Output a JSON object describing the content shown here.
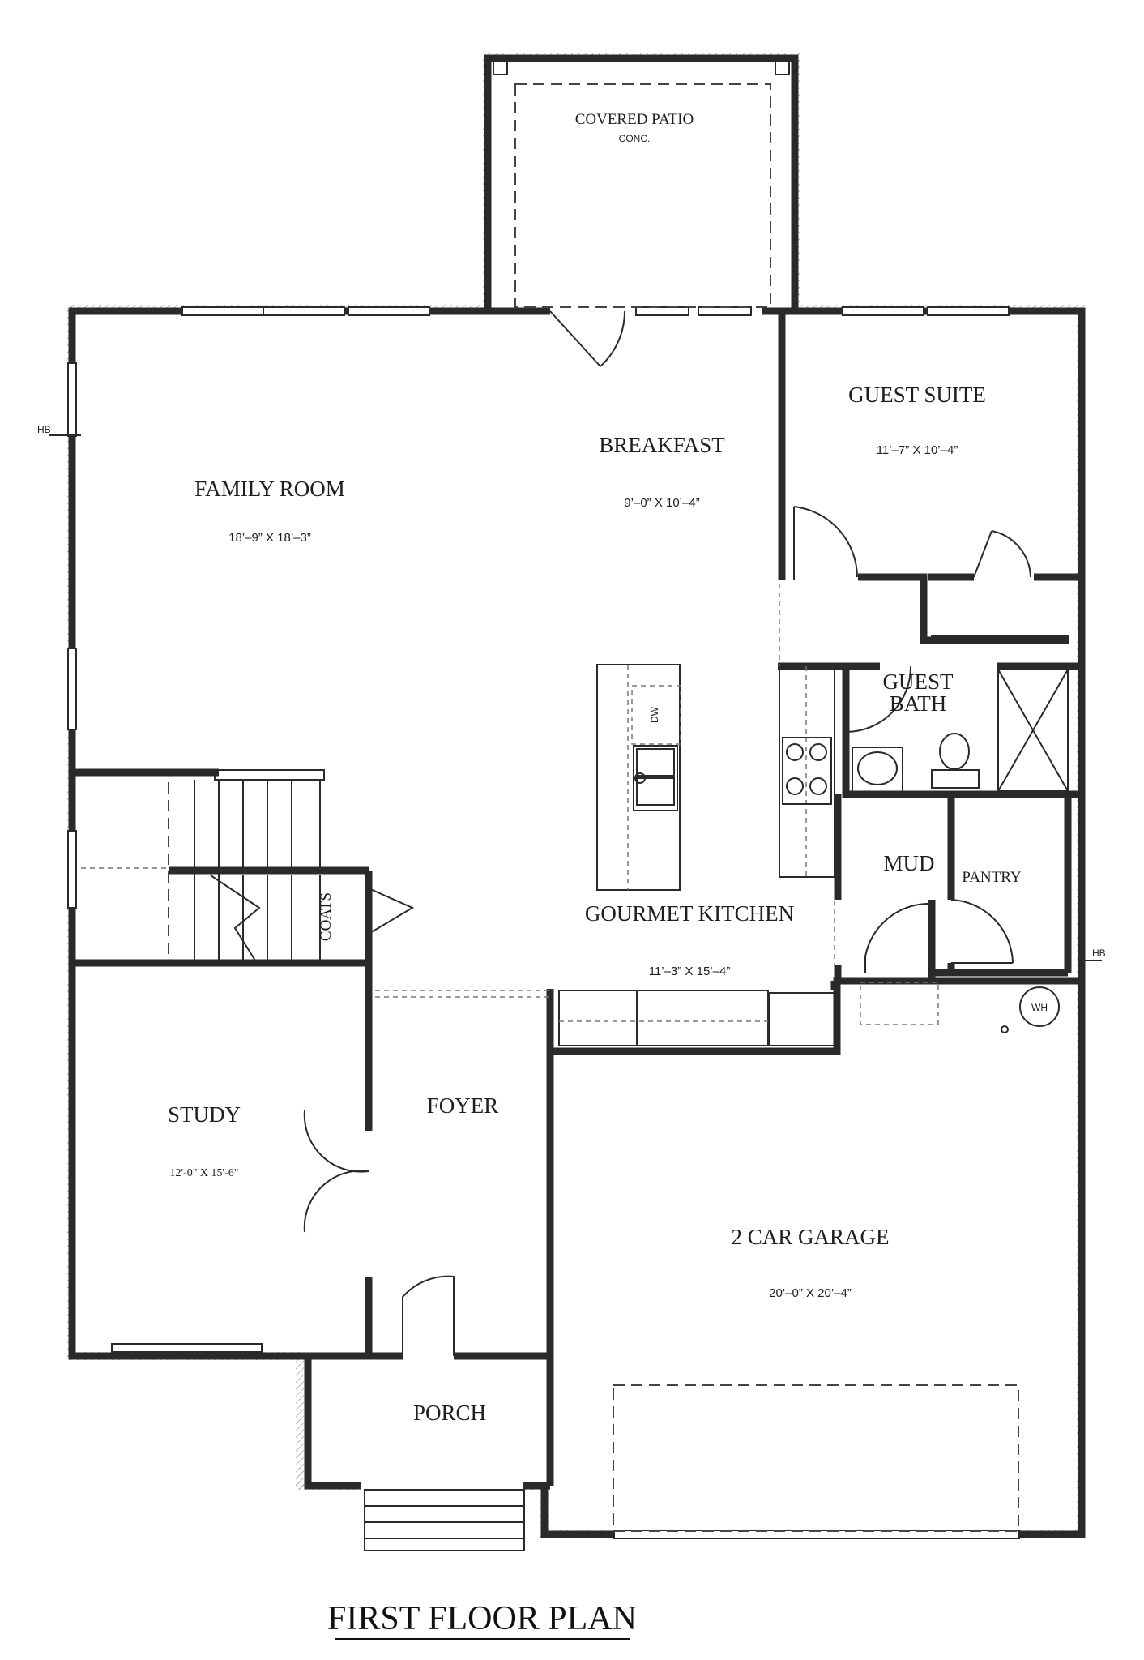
{
  "title": "FIRST FLOOR PLAN",
  "rooms": {
    "covered_patio": {
      "name": "COVERED PATIO",
      "note": "CONC."
    },
    "breakfast": {
      "name": "BREAKFAST",
      "dims": "9’–0” X 10’–4”"
    },
    "family_room": {
      "name": "FAMILY ROOM",
      "dims": "18’–9” X 18’–3”"
    },
    "guest_suite": {
      "name": "GUEST SUITE",
      "dims": "11’–7” X 10’–4”"
    },
    "guest_bath": {
      "name_line1": "GUEST",
      "name_line2": "BATH"
    },
    "mud": {
      "name": "MUD"
    },
    "pantry": {
      "name": "PANTRY"
    },
    "coats": {
      "name": "COATS"
    },
    "gourmet_kitchen": {
      "name": "GOURMET KITCHEN",
      "dims": "11’–3” X 15’–4”"
    },
    "study": {
      "name": "STUDY",
      "dims": "12'-0\" X 15'-6\""
    },
    "foyer": {
      "name": "FOYER"
    },
    "garage": {
      "name": "2 CAR GARAGE",
      "dims": "20’–0” X 20’–4”"
    },
    "porch": {
      "name": "PORCH"
    }
  },
  "fixtures": {
    "dishwasher": "DW",
    "water_heater": "WH",
    "hose_bib_left": "HB",
    "hose_bib_right": "HB"
  }
}
